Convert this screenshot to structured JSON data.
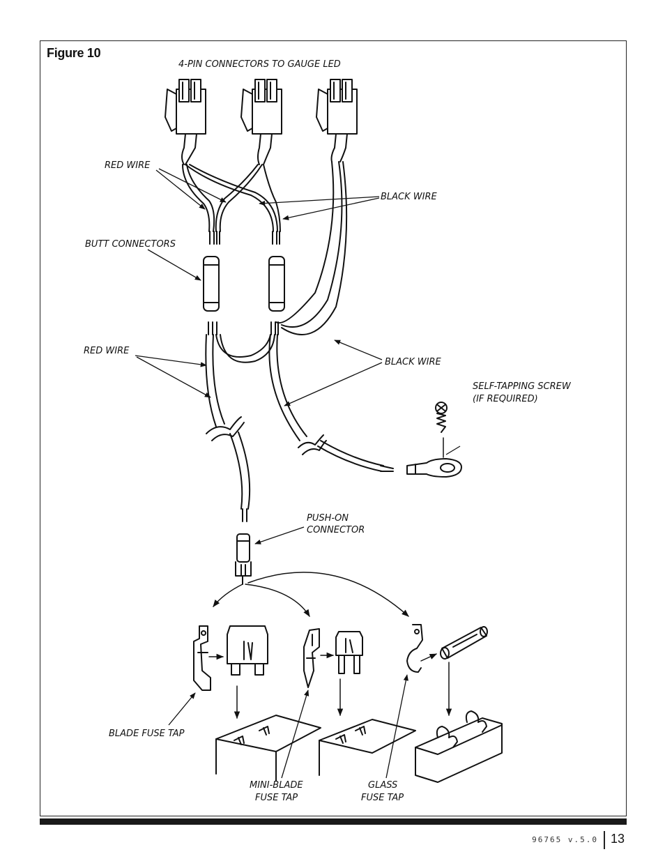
{
  "figure": {
    "title": "Figure 10"
  },
  "labels": {
    "connectors_top": "4-PIN CONNECTORS TO GAUGE LED",
    "red_wire_top": "RED WIRE",
    "black_wire_top": "BLACK WIRE",
    "butt_connectors": "BUTT CONNECTORS",
    "red_wire_mid": "RED WIRE",
    "black_wire_mid": "BLACK WIRE",
    "self_tapping_line1": "SELF-TAPPING SCREW",
    "self_tapping_line2": "(IF REQUIRED)",
    "push_on_line1": "PUSH-ON",
    "push_on_line2": "CONNECTOR",
    "blade_fuse_tap": "BLADE FUSE TAP",
    "mini_blade_line1": "MINI-BLADE",
    "mini_blade_line2": "FUSE TAP",
    "glass_line1": "GLASS",
    "glass_line2": "FUSE TAP"
  },
  "footer": {
    "doc_code": "96765 v.5.0",
    "page_number": "13"
  }
}
